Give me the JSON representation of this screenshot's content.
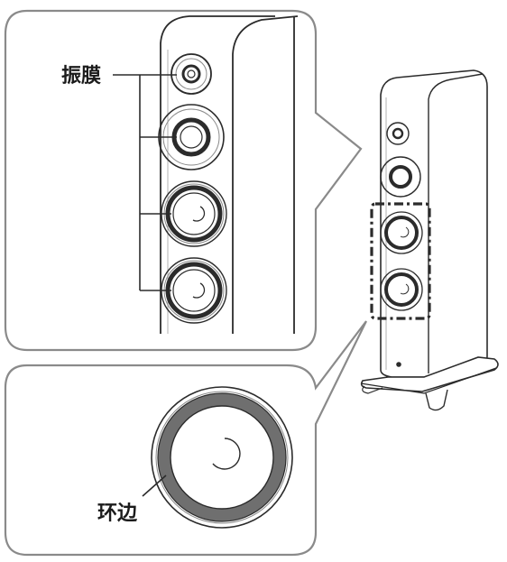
{
  "labels": {
    "diaphragm": "振膜",
    "surround": "环边"
  },
  "colors": {
    "line": "#2b2b2b",
    "light_line": "#7a7a7a",
    "surround_fill": "#6f6f6f",
    "background": "#ffffff"
  },
  "icons": {
    "callout_top": "rounded-callout-frame",
    "callout_bottom": "rounded-callout-frame",
    "speaker": "floorstanding-speaker-drawing"
  }
}
